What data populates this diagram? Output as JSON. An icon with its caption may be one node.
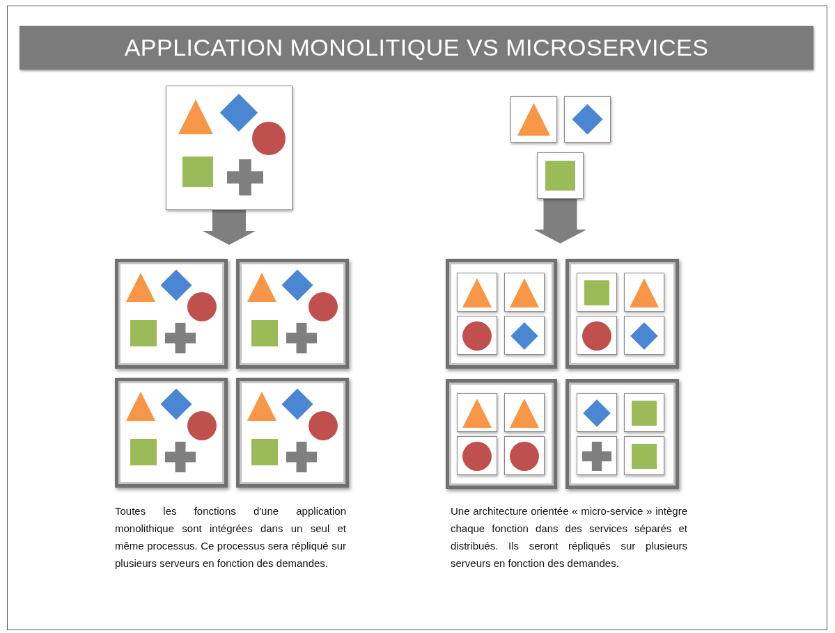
{
  "diagram": {
    "title": "APPLICATION MONOLITIQUE VS MICROSERVICES",
    "nodes": [
      {
        "text": [],
        "shape": "box"
      },
      {
        "text": [],
        "shape": "box"
      },
      {
        "text": [],
        "shape": "box"
      },
      {
        "text": [],
        "shape": "box"
      },
      {
        "text": [],
        "shape": "box"
      },
      {
        "text": [],
        "shape": "box"
      },
      {
        "text": [],
        "shape": "box"
      },
      {
        "text": [],
        "shape": "box"
      },
      {
        "text": [],
        "shape": "box"
      },
      {
        "text": [],
        "shape": "box",
        "in": 8
      },
      {
        "text": [],
        "shape": "box",
        "in": 8
      },
      {
        "text": [],
        "shape": "box",
        "in": 8
      },
      {
        "text": [],
        "shape": "box",
        "in": 8
      },
      {
        "text": [],
        "shape": "box"
      },
      {
        "text": [],
        "shape": "box",
        "in": 13
      },
      {
        "text": [],
        "shape": "box",
        "in": 13
      },
      {
        "text": [],
        "shape": "box",
        "in": 13
      },
      {
        "text": [],
        "shape": "box",
        "in": 13
      },
      {
        "text": [],
        "shape": "box"
      },
      {
        "text": [],
        "shape": "box",
        "in": 18
      },
      {
        "text": [],
        "shape": "box",
        "in": 18
      },
      {
        "text": [],
        "shape": "box",
        "in": 18
      },
      {
        "text": [],
        "shape": "box",
        "in": 18
      },
      {
        "text": [],
        "shape": "box"
      },
      {
        "text": [],
        "shape": "box",
        "in": 23
      },
      {
        "text": [],
        "shape": "box",
        "in": 23
      },
      {
        "text": [],
        "shape": "box",
        "in": 23
      },
      {
        "text": [],
        "shape": "box",
        "in": 23
      }
    ],
    "edges": [
      {
        "from": 0,
        "to": null,
        "arrow": "to"
      },
      {
        "from": 7,
        "to": null,
        "arrow": "to"
      }
    ],
    "labels": [
      "Toutes les fonctions d'une application monolithique sont intégrées dans un seul et même processus. Ce processus sera répliqué sur plusieurs serveurs en fonction des demandes.",
      "Une architecture orientée « micro-service » intègre chaque fonction dans des services séparés et distribués. Ils seront répliqués sur plusieurs serveurs en fonction des demandes."
    ]
  }
}
